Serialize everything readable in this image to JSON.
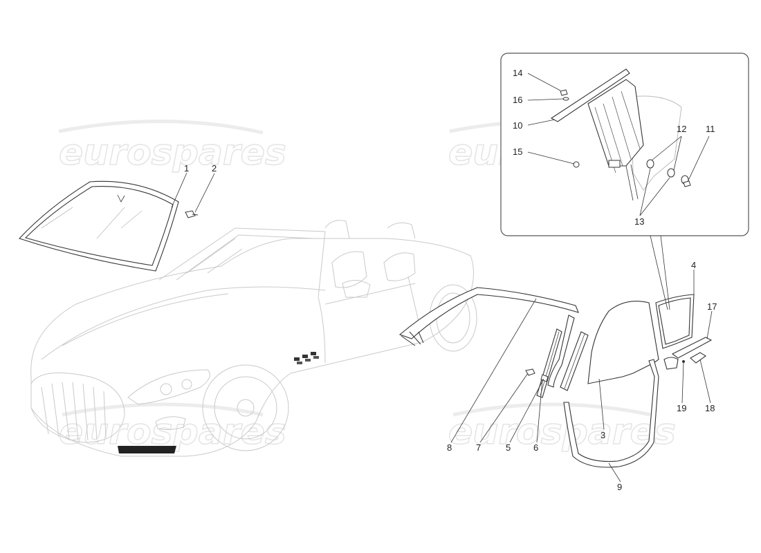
{
  "watermark": {
    "text": "eurospares"
  },
  "callouts": {
    "c1": "1",
    "c2": "2",
    "c3": "3",
    "c4": "4",
    "c5": "5",
    "c6": "6",
    "c7": "7",
    "c8": "8",
    "c9": "9",
    "c10": "10",
    "c11": "11",
    "c12": "12",
    "c13": "13",
    "c14": "14",
    "c15": "15",
    "c16": "16",
    "c17": "17",
    "c18": "18",
    "c19": "19"
  }
}
